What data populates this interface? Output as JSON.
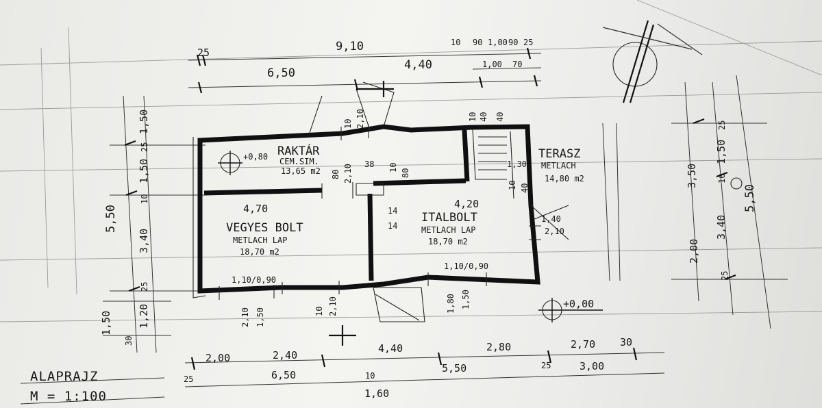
{
  "drawing": {
    "title": "ALAPRAJZ",
    "scale": "M = 1:100",
    "rooms": [
      {
        "name": "RAKTÁR",
        "floor": "CEM.SIM.",
        "area": "13,65 m2"
      },
      {
        "name": "VEGYES BOLT",
        "floor": "METLACH LAP",
        "area": "18,70 m2",
        "width": "4,70"
      },
      {
        "name": "ITALBOLT",
        "floor": "METLACH LAP",
        "area": "18,70 m2",
        "width": "4,20"
      },
      {
        "name": "TERASZ",
        "floor": "METLACH",
        "area": "14,80 m2"
      }
    ],
    "levels": {
      "floor_mark": "+0,00",
      "raktar_mark": "+0,80"
    },
    "openings": {
      "window_left": "1,10/0,90",
      "window_right": "1,10/0,90"
    },
    "dimensions": {
      "top": [
        "25",
        "9,10",
        "6,50",
        "4,40",
        "10",
        "90",
        "1,00",
        "90",
        "25",
        "1,00",
        "70"
      ],
      "bottom": [
        "2,00",
        "2,40",
        "4,40",
        "2,80",
        "2,70",
        "30",
        "25",
        "6,50",
        "5,50",
        "25",
        "3,00",
        "10",
        "1,60"
      ],
      "left": [
        "1,50",
        "25",
        "1,50",
        "10",
        "3,40",
        "5,50",
        "25",
        "1,20",
        "1,50",
        "30"
      ],
      "right": [
        "25",
        "1,50",
        "10",
        "3,50",
        "5,50",
        "3,40",
        "2,00",
        "25"
      ],
      "interior": [
        "10",
        "2,10",
        "80",
        "2,10",
        "38",
        "10",
        "80",
        "10",
        "40",
        "40",
        "14",
        "14",
        "1,40",
        "2,10",
        "2,10",
        "1,50",
        "10",
        "2,10",
        "1,80",
        "1,50",
        "1,30",
        "10",
        "40"
      ]
    }
  }
}
